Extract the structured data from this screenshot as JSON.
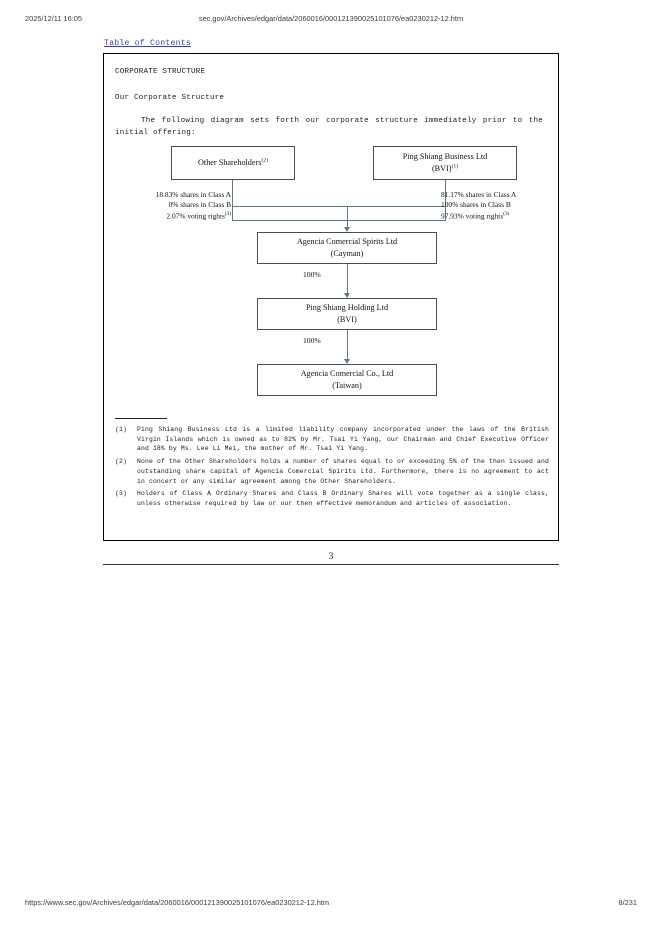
{
  "browser": {
    "header_date": "2025/12/11 16:05",
    "header_url": "sec.gov/Archives/edgar/data/2060016/000121390025101076/ea0230212-12.htm",
    "footer_url": "https://www.sec.gov/Archives/edgar/data/2060016/000121390025101076/ea0230212-12.htm",
    "footer_page": "8/231"
  },
  "document": {
    "toc_link": "Table of Contents",
    "section_title": "CORPORATE STRUCTURE",
    "subsection_title": "Our Corporate Structure",
    "intro_paragraph": "The following diagram sets forth our corporate structure immediately prior to the initial offering:",
    "page_number": "3"
  },
  "diagram": {
    "nodes": [
      {
        "id": "other-shareholders",
        "line1": "Other Shareholders",
        "sup": "(2)",
        "line2": ""
      },
      {
        "id": "ping-shiang-business",
        "line1": "Ping Shiang Business Ltd",
        "line2": "(BVI)",
        "sup": "(1)"
      },
      {
        "id": "agencia-comercial-spirits",
        "line1": "Agencia Comercial Spirits Ltd",
        "line2": "(Cayman)",
        "sup": ""
      },
      {
        "id": "ping-shiang-holding",
        "line1": "Ping Shiang Holding Ltd",
        "line2": "(BVI)",
        "sup": ""
      },
      {
        "id": "agencia-comercial-co",
        "line1": "Agencia Comercial Co., Ltd",
        "line2": "(Taiwan)",
        "sup": ""
      }
    ],
    "ownership_left": {
      "line1": "18.83% shares in Class A",
      "line2": "0% shares in Class B",
      "line3": "2.07% voting rights",
      "sup": "(3)"
    },
    "ownership_right": {
      "line1": "81.17% shares in Class A",
      "line2": "100% shares in Class B",
      "line3": "97.93% voting rights",
      "sup": "(3)"
    },
    "edge_labels": {
      "cayman_to_holding": "100%",
      "holding_to_taiwan": "100%"
    },
    "line_color": "#5c7b7e",
    "box_border_color": "#4d4d4d"
  },
  "footnotes": [
    {
      "num": "(1)",
      "text": "Ping Shiang Business Ltd is a limited liability company incorporated under the laws of the British Virgin Islands which is owned as to 82% by Mr. Tsai Yi Yang, our Chairman and Chief Executive Officer and 18% by Ms. Lee Li Mei, the mother of Mr. Tsai Yi Yang."
    },
    {
      "num": "(2)",
      "text": "None of the Other Shareholders holds a number of shares equal to or exceeding 5% of the then issued and outstanding share capital of Agencia Comercial Spirits Ltd. Furthermore, there is no agreement to act in concert or any similar agreement among the Other Shareholders."
    },
    {
      "num": "(3)",
      "text": "Holders of Class A Ordinary Shares and Class B Ordinary Shares will vote together as a single class, unless otherwise required by law or our then effective memorandum and articles of association."
    }
  ]
}
